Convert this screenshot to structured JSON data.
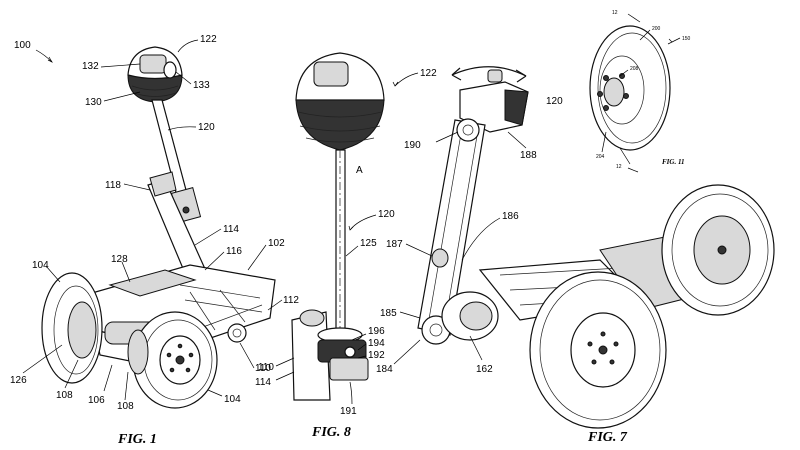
{
  "figures": {
    "fig1": {
      "caption": "FIG. 1",
      "refs": {
        "r100": "100",
        "r122": "122",
        "r132": "132",
        "r133": "133",
        "r130": "130",
        "r120": "120",
        "r118": "118",
        "r114": "114",
        "r116": "116",
        "r102": "102",
        "r128": "128",
        "r104a": "104",
        "r112": "112",
        "r110": "110",
        "r126": "126",
        "r108a": "108",
        "r106": "106",
        "r108b": "108",
        "r104b": "104"
      }
    },
    "fig8": {
      "caption": "FIG. 8",
      "refs": {
        "r122": "122",
        "rA": "A",
        "r120": "120",
        "r125": "125",
        "r196": "196",
        "r194": "194",
        "r192": "192",
        "r114": "114",
        "r110": "110",
        "r191": "191"
      }
    },
    "fig7": {
      "caption": "FIG. 7",
      "refs": {
        "r120": "120",
        "r190": "190",
        "r188": "188",
        "r186": "186",
        "r187": "187",
        "r185": "185",
        "r184": "184",
        "r162": "162"
      }
    },
    "fig11": {
      "caption": "FIG. 11",
      "refs": {
        "r12a": "12",
        "r200": "200",
        "r150": "150",
        "r208": "208",
        "r204": "204",
        "r12b": "12"
      }
    }
  }
}
